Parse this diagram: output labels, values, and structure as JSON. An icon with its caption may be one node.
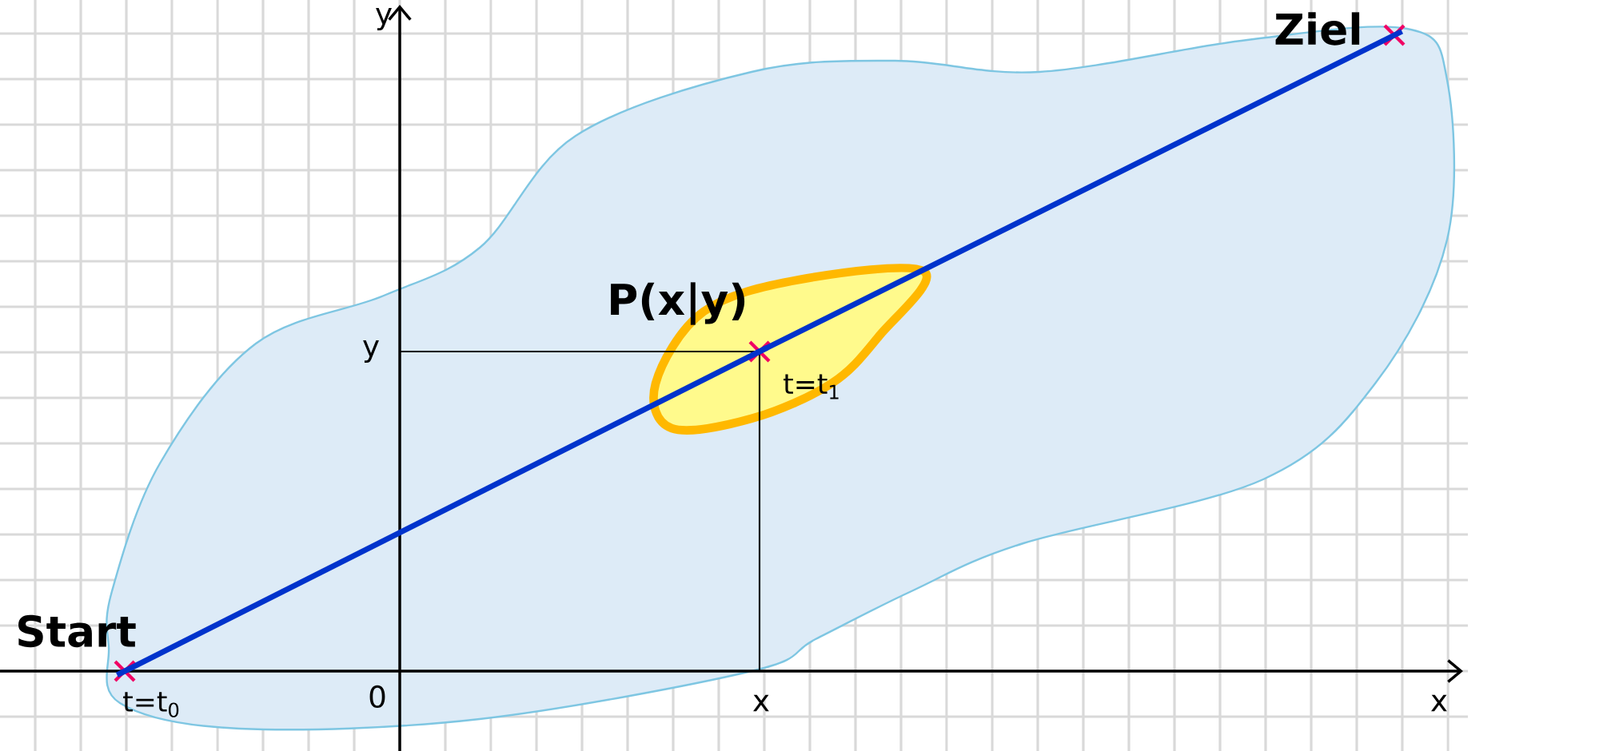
{
  "diagram": {
    "nodes": [
      {
        "text": [
          "Start"
        ],
        "beside": [
          "t=t$_{0}$"
        ]
      },
      {
        "text": [
          "Ziel"
        ]
      },
      {
        "text": [
          "P(x|y)"
        ],
        "beside": [
          "t=t$_{1}$"
        ]
      }
    ],
    "edges": [
      {
        "from": 0,
        "to": 2,
        "arrow": "none"
      },
      {
        "from": 2,
        "to": 1,
        "arrow": "none"
      }
    ],
    "labels": [
      "y",
      "y",
      "0",
      "x",
      "x"
    ]
  }
}
